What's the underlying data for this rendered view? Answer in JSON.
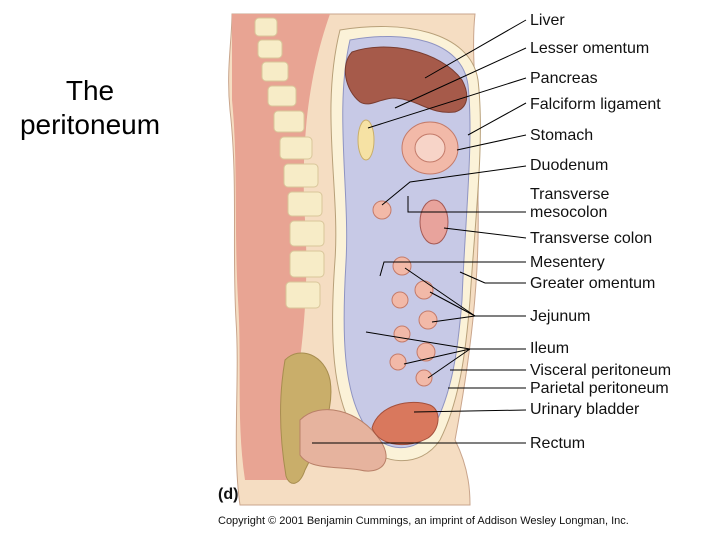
{
  "title_lines": [
    "The",
    "peritoneum"
  ],
  "panel_label": "(d)",
  "labels": {
    "liver": "Liver",
    "lesser_omentum": "Lesser omentum",
    "pancreas": "Pancreas",
    "falciform_ligament": "Falciform ligament",
    "stomach": "Stomach",
    "duodenum": "Duodenum",
    "transverse_mesocolon_1": "Transverse",
    "transverse_mesocolon_2": "mesocolon",
    "transverse_colon": "Transverse colon",
    "mesentery": "Mesentery",
    "greater_omentum": "Greater omentum",
    "jejunum": "Jejunum",
    "ileum": "Ileum",
    "visceral_peritoneum": "Visceral peritoneum",
    "parietal_peritoneum": "Parietal peritoneum",
    "urinary_bladder": "Urinary bladder",
    "rectum": "Rectum"
  },
  "copyright": "Copyright © 2001 Benjamin Cummings, an imprint of Addison Wesley Longman, Inc.",
  "colors": {
    "background": "#ffffff",
    "skin": "#f5ddc2",
    "muscle": "#e8a493",
    "vertebra": "#f7ecc7",
    "peritoneal_cavity": "#c7c9e6",
    "membrane": "#fbf2d8",
    "liver": "#a65a4a",
    "organ_pink": "#f2b9a8",
    "bowel_pink": "#e8a39c",
    "rectum": "#e6b39e",
    "bladder": "#d9785d",
    "sacrum": "#c9ae6a",
    "leader_line": "#000000"
  }
}
